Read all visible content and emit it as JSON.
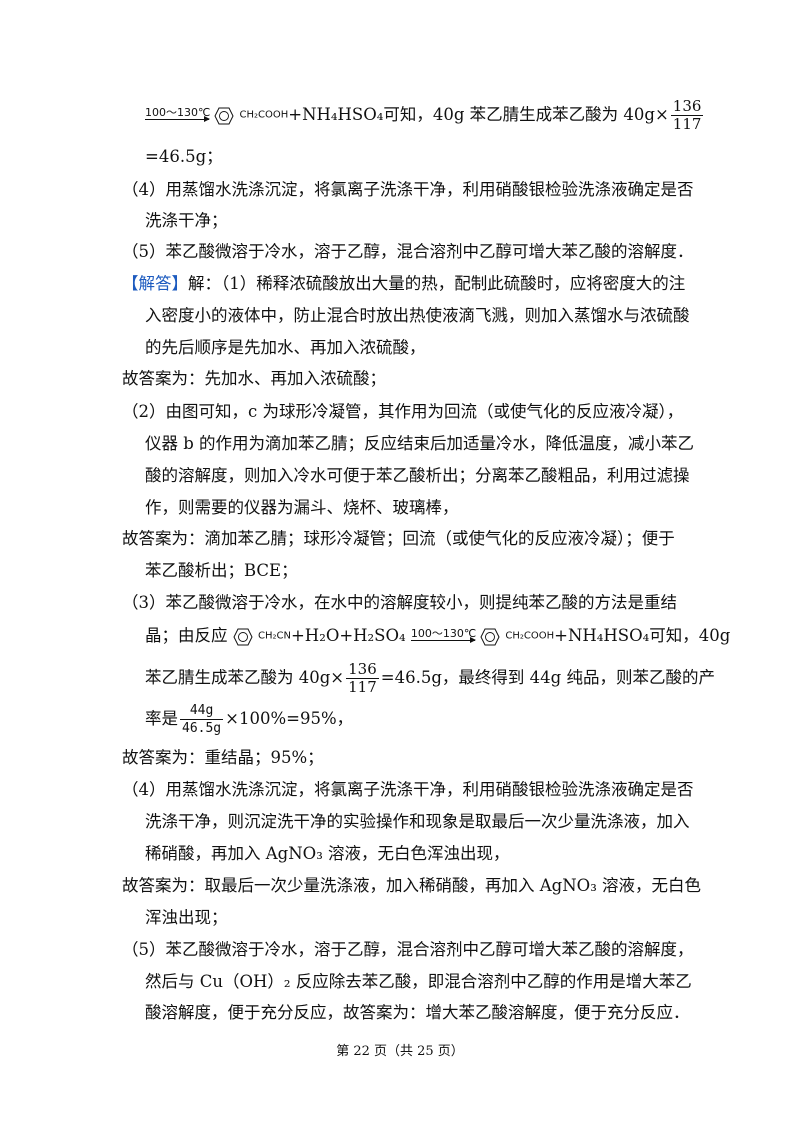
{
  "lines": {
    "l0_cond": "100～130℃",
    "l0_prod": "CH₂COOH",
    "l0_text": "+NH₄HSO₄可知，40g 苯乙腈生成苯乙酸为 40g×",
    "l0_num": "136",
    "l0_den": "117",
    "l1": "=46.5g；",
    "l2": "（4）用蒸馏水洗涤沉淀，将氯离子洗涤干净，利用硝酸银检验洗涤液确定是否",
    "l3": "洗涤干净；",
    "l4": "（5）苯乙酸微溶于冷水，溶于乙醇，混合溶剂中乙醇可增大苯乙酸的溶解度．",
    "l5_tag": "【解答】",
    "l5": "解：（1）稀释浓硫酸放出大量的热，配制此硫酸时，应将密度大的注",
    "l6": "入密度小的液体中，防止混合时放出热使液滴飞溅，则加入蒸馏水与浓硫酸",
    "l7": "的先后顺序是先加水、再加入浓硫酸，",
    "l8": "故答案为：先加水、再加入浓硫酸；",
    "l9": "（2）由图可知，c 为球形冷凝管，其作用为回流（或使气化的反应液冷凝），",
    "l10": "仪器 b 的作用为滴加苯乙腈；反应结束后加适量冷水，降低温度，减小苯乙",
    "l11": "酸的溶解度，则加入冷水可便于苯乙酸析出；分离苯乙酸粗品，利用过滤操",
    "l12": "作，则需要的仪器为漏斗、烧杯、玻璃棒，",
    "l13": "故答案为：滴加苯乙腈；球形冷凝管；回流（或使气化的反应液冷凝）；便于",
    "l14": "苯乙酸析出；BCE；",
    "l15": "（3）苯乙酸微溶于冷水，在水中的溶解度较小，则提纯苯乙酸的方法是重结",
    "l16_a": "晶；由反应",
    "l16_reac": "CH₂CN",
    "l16_b": "+H₂O+H₂SO₄",
    "l16_cond": "100～130℃",
    "l16_prod": "CH₂COOH",
    "l16_c": "+NH₄HSO₄可知，40g",
    "l17_a": "苯乙腈生成苯乙酸为 40g×",
    "l17_num": "136",
    "l17_den": "117",
    "l17_b": "=46.5g，最终得到 44g 纯品，则苯乙酸的产",
    "l18_a": "率是",
    "l18_num": "44g",
    "l18_den": "46.5g",
    "l18_b": "×100%=95%，",
    "l19": "故答案为：重结晶；95%；",
    "l20": "（4）用蒸馏水洗涤沉淀，将氯离子洗涤干净，利用硝酸银检验洗涤液确定是否",
    "l21": "洗涤干净，则沉淀洗干净的实验操作和现象是取最后一次少量洗涤液，加入",
    "l22": "稀硝酸，再加入 AgNO₃ 溶液，无白色浑浊出现，",
    "l23": "故答案为：取最后一次少量洗涤液，加入稀硝酸，再加入 AgNO₃ 溶液，无白色",
    "l24": "浑浊出现；",
    "l25": "（5）苯乙酸微溶于冷水，溶于乙醇，混合溶剂中乙醇可增大苯乙酸的溶解度，",
    "l26": "然后与 Cu（OH）₂ 反应除去苯乙酸，即混合溶剂中乙醇的作用是增大苯乙",
    "l27": "酸溶解度，便于充分反应，故答案为：增大苯乙酸溶解度，便于充分反应．"
  },
  "footer": "第 22 页（共 25 页）",
  "colors": {
    "tag": "#1d5bbf",
    "text": "#111111"
  }
}
